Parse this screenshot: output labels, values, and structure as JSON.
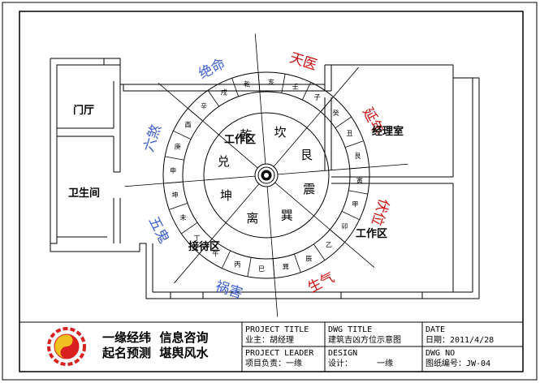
{
  "rooms": {
    "lobby": "门厅",
    "bathroom": "卫生间",
    "work_area_top": "工作区",
    "manager_room": "经理室",
    "work_area_right": "工作区",
    "reception": "接待区"
  },
  "ring_labels": [
    "壬",
    "子",
    "癸",
    "丑",
    "艮",
    "寅",
    "甲",
    "卯",
    "乙",
    "辰",
    "巽",
    "巳",
    "丙",
    "午",
    "丁",
    "未",
    "坤",
    "申",
    "庚",
    "酉",
    "辛",
    "戌",
    "乾",
    "亥"
  ],
  "trigram_labels": [
    {
      "text": "坎",
      "color": "#cc1010"
    },
    {
      "text": "艮",
      "color": "#000000"
    },
    {
      "text": "震",
      "color": "#000000"
    },
    {
      "text": "巽",
      "color": "#cc1010"
    },
    {
      "text": "离",
      "color": "#cc1010"
    },
    {
      "text": "坤",
      "color": "#cc1010"
    },
    {
      "text": "兑",
      "color": "#cc1010"
    },
    {
      "text": "乾",
      "color": "#cc1010"
    }
  ],
  "star_labels": [
    {
      "text": "天医",
      "color": "#cc1010"
    },
    {
      "text": "延年",
      "color": "#cc1010"
    },
    {
      "text": "伏位",
      "color": "#cc1010"
    },
    {
      "text": "生气",
      "color": "#cc1010"
    },
    {
      "text": "祸害",
      "color": "#4060d0"
    },
    {
      "text": "五鬼",
      "color": "#4060d0"
    },
    {
      "text": "六煞",
      "color": "#4060d0"
    },
    {
      "text": "绝命",
      "color": "#4060d0"
    }
  ],
  "title_block": {
    "slogan_line1": "一缘经纬  信息咨询",
    "slogan_line2": "起名预测  堪舆风水",
    "project_title_label": "PROJECT TITLE",
    "project_title_value": "业主：胡经理",
    "project_leader_label": "PROJECT LEADER",
    "project_leader_value": "项目负责：一缘",
    "dwg_title_label": "DWG TITLE",
    "dwg_title_value": "建筑吉凶方位示意图",
    "design_label": "DESIGN",
    "design_value": "设计：     一缘",
    "date_label": "DATE",
    "date_value": "日期：2011/4/28",
    "dwg_no_label": "DWG NO",
    "dwg_no_value": "图纸编号：JW-04"
  },
  "colors": {
    "red": "#cc1010",
    "blue": "#4060d0",
    "logo_red": "#d82020",
    "logo_yellow": "#f0c020"
  }
}
